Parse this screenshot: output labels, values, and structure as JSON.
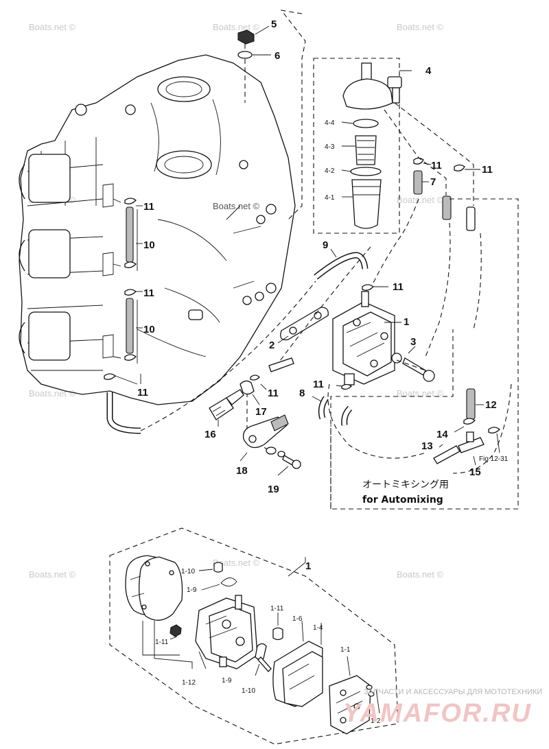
{
  "watermarks": [
    "Boats.net ©"
  ],
  "callouts": {
    "c5": "5",
    "c6": "6",
    "c4": "4",
    "c4_4": "4-4",
    "c4_3": "4-3",
    "c4_2": "4-2",
    "c4_1": "4-1",
    "c11": "11",
    "c7": "7",
    "c9": "9",
    "c10": "10",
    "c1": "1",
    "c2": "2",
    "c3": "3",
    "c8": "8",
    "c12": "12",
    "c13": "13",
    "c14": "14",
    "c15": "15",
    "c16": "16",
    "c17": "17",
    "c18": "18",
    "c19": "19",
    "fig_ref": "Fig 12-31",
    "d1_10": "1-10",
    "d1_9": "1-9",
    "d1_11": "1-11",
    "d1_12": "1-12",
    "d1_6": "1-6",
    "d1_4": "1-4",
    "d1_1": "1-1",
    "d1_2": "1-2"
  },
  "automix": {
    "japanese": "オートミキシング用",
    "english": "for Automixing"
  },
  "footer": {
    "shop_text": "ЗАПЧАСТИ И АКСЕССУАРЫ ДЛЯ МОТОТЕХНИКИ",
    "shop_brand": "YAMAFOR.RU"
  }
}
